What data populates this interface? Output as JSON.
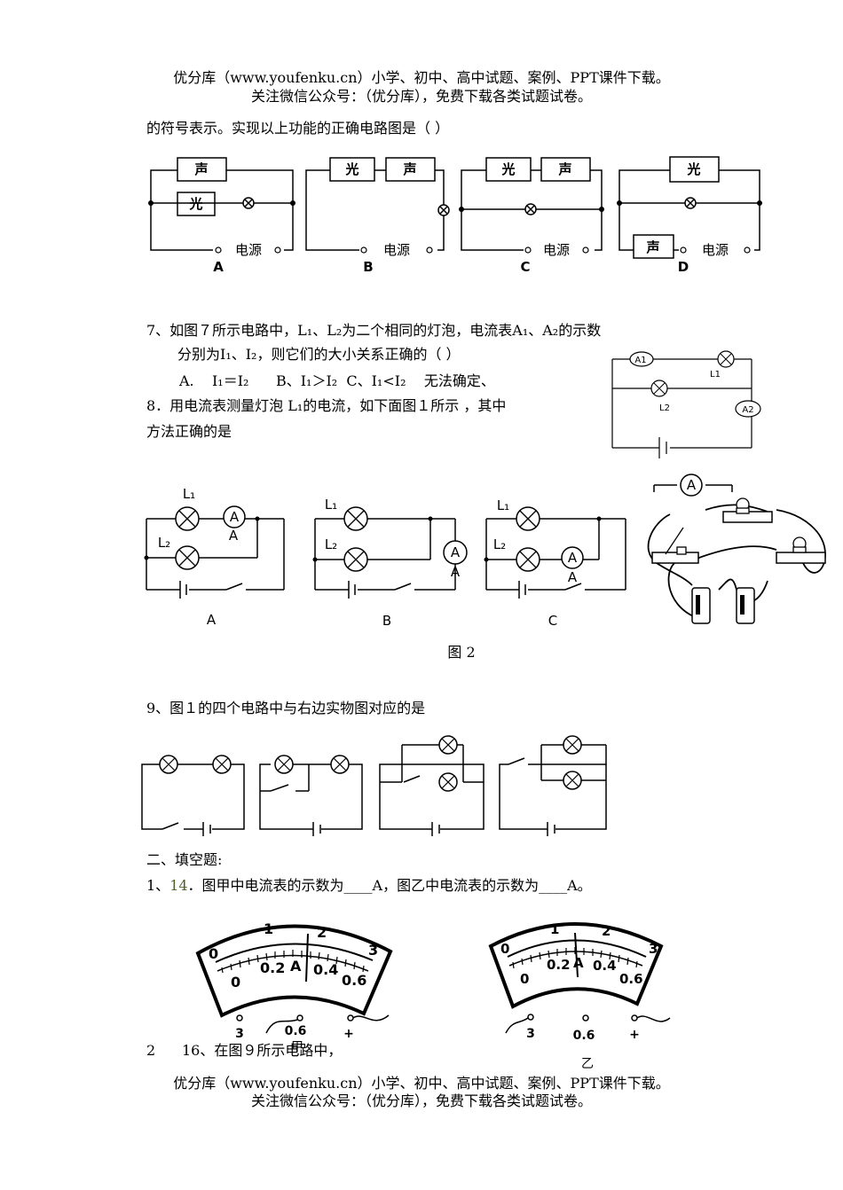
{
  "header": {
    "line1": "优分库（www.youfenku.cn）小学、初中、高中试题、案例、PPT课件下载。",
    "line2": "关注微信公众号：（优分库），免费下载各类试题试卷。"
  },
  "q6": {
    "tail": "的符号表示。实现以上功能的正确电路图是（    ）",
    "box_sound": "声",
    "box_light": "光",
    "power": "电源",
    "labels": [
      "A",
      "B",
      "C",
      "D"
    ]
  },
  "q7": {
    "line1": "7、如图７所示电路中，L₁、L₂为二个相同的灯泡，电流表A₁、A₂的示数",
    "line2": "分别为I₁、I₂，则它们的大小关系正确的（    ）",
    "options": "A.    I₁＝I₂      B、I₁＞I₂  C、I₁<I₂    无法确定、",
    "fig": {
      "a1": "A1",
      "a2": "A2",
      "l1": "L1",
      "l2": "L2"
    }
  },
  "q8": {
    "line1": "8．用电流表测量灯泡 L₁的电流，如下面图１所示 ，其中",
    "line2": "方法正确的是",
    "lamp1": "L₁",
    "lamp2": "L₂",
    "ammeter": "A",
    "ammeter_sub": "A",
    "labels": [
      "A",
      "B",
      "C"
    ],
    "caption": "图 2",
    "photo_ammeter": "A"
  },
  "q9": {
    "text": "9、图１的四个电路中与右边实物图对应的是"
  },
  "section2": {
    "title": "二、填空题:",
    "q1_prefix": "1、",
    "q1_num": "14",
    "q1_text": "．图甲中电流表的示数为____A，图乙中电流表的示数为____A。",
    "meter_top": [
      "0",
      "1",
      "2",
      "3"
    ],
    "meter_bottom": [
      "0",
      "0.2",
      "A",
      "0.4",
      "0.6"
    ],
    "terminals": [
      "3",
      "0.6",
      "+"
    ],
    "jia": "甲",
    "yi": "乙",
    "q2_num": "2",
    "q2_text": "16、在图９所示电路中，"
  }
}
